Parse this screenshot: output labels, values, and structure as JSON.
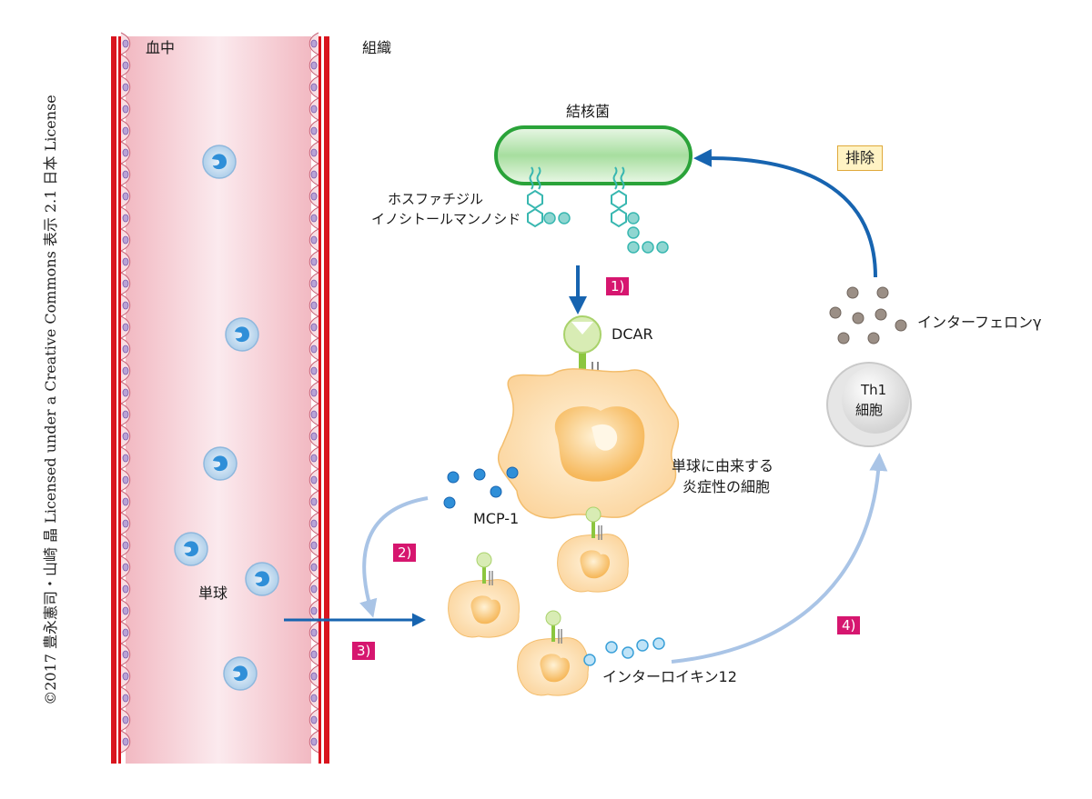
{
  "copyright": "©2017 豊永憲司・山崎 晶 Licensed under a Creative Commons 表示 2.1 日本 License",
  "labels": {
    "blood": "血中",
    "tissue": "組織",
    "bacterium": "結核菌",
    "pim_line1": "ホスファチジル",
    "pim_line2": "イノシトールマンノシド",
    "dcar": "DCAR",
    "inflammatory_line1": "単球に由来する",
    "inflammatory_line2": "炎症性の細胞",
    "mcp1": "MCP-1",
    "monocyte": "単球",
    "il12": "インターロイキン12",
    "ifn": "インターフェロンγ",
    "th1_line1": "Th1",
    "th1_line2": "細胞",
    "elimination": "排除"
  },
  "steps": [
    "1)",
    "2)",
    "3)",
    "4)"
  ],
  "colors": {
    "vessel_wall": "#d9141e",
    "vessel_lumen": "#f7d3d8",
    "bacterium_fill": "#7fcf7a",
    "bacterium_stroke": "#2aa339",
    "glycolipid": "#38b7b0",
    "cell_fill": "#fcd79a",
    "nucleus_fill": "#f6b44a",
    "receptor_green": "#a9d26b",
    "arrow_dark": "#1764b0",
    "arrow_light": "#a9c4e6",
    "step_badge": "#d6166f",
    "monocyte_blue": "#2f8fd8",
    "ifn_dot": "#8c7f76"
  }
}
